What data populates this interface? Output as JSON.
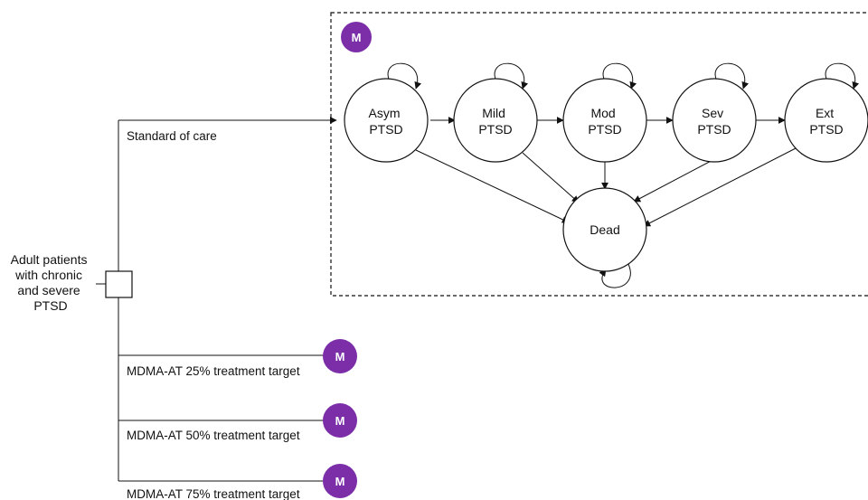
{
  "diagram": {
    "root_label_lines": [
      "Adult patients",
      "with chronic",
      "and severe",
      "PTSD"
    ],
    "badge_letter": "M",
    "badge_color": "#7b2ea8",
    "states": [
      {
        "id": "asym",
        "lines": [
          "Asym",
          "PTSD"
        ]
      },
      {
        "id": "mild",
        "lines": [
          "Mild",
          "PTSD"
        ]
      },
      {
        "id": "mod",
        "lines": [
          "Mod",
          "PTSD"
        ]
      },
      {
        "id": "sev",
        "lines": [
          "Sev",
          "PTSD"
        ]
      },
      {
        "id": "ext",
        "lines": [
          "Ext",
          "PTSD"
        ]
      },
      {
        "id": "dead",
        "lines": [
          "Dead"
        ]
      }
    ],
    "branches": [
      {
        "label": "Standard of care"
      },
      {
        "label": "MDMA-AT 25% treatment target"
      },
      {
        "label": "MDMA-AT 50% treatment target"
      },
      {
        "label": "MDMA-AT 75% treatment target"
      }
    ]
  }
}
